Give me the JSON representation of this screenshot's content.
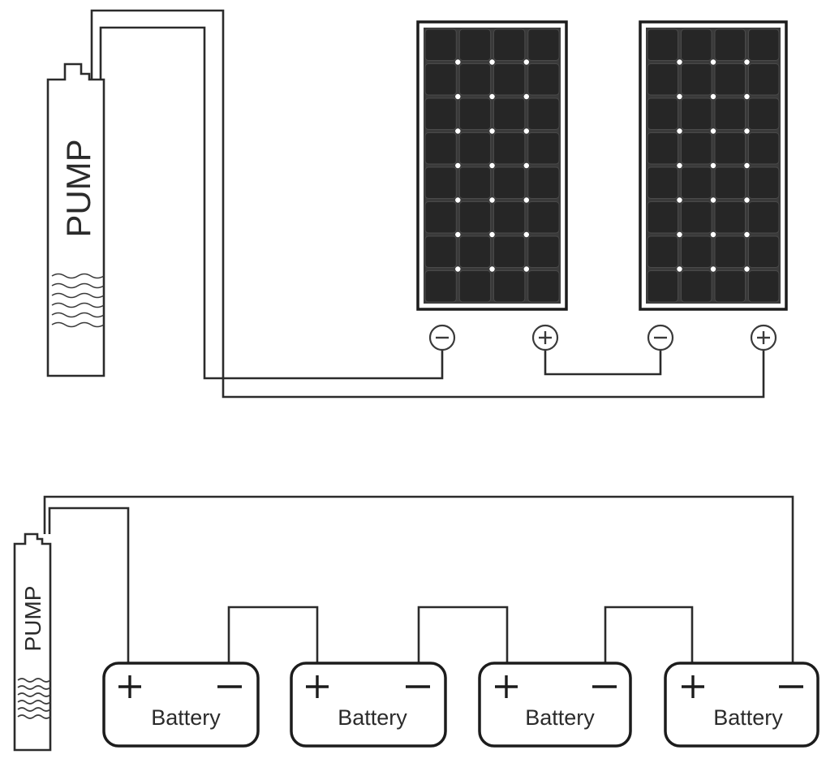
{
  "pumps": [
    {
      "id": "top",
      "label": "PUMP"
    },
    {
      "id": "bottom",
      "label": "PUMP"
    }
  ],
  "solar_panels": [
    {
      "id": "panel-1",
      "rows": 8,
      "cols": 4,
      "terminals": [
        "negative",
        "positive"
      ]
    },
    {
      "id": "panel-2",
      "rows": 8,
      "cols": 4,
      "terminals": [
        "negative",
        "positive"
      ]
    }
  ],
  "batteries": [
    {
      "label": "Battery"
    },
    {
      "label": "Battery"
    },
    {
      "label": "Battery"
    },
    {
      "label": "Battery"
    }
  ]
}
